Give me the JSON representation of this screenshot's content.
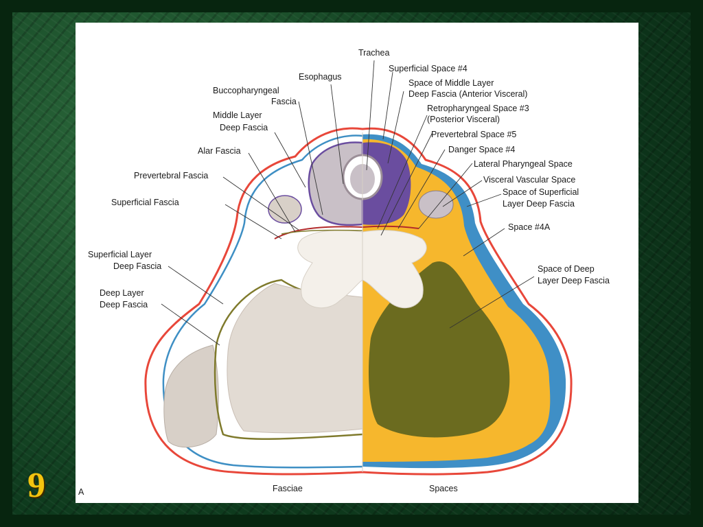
{
  "slide": {
    "number": "9"
  },
  "figure": {
    "panel_letter": "A",
    "left_half_caption": "Fasciae",
    "right_half_caption": "Spaces",
    "labels": {
      "trachea": "Trachea",
      "esophagus": "Esophagus",
      "superficial_space_4": "Superficial Space #4",
      "space_middle_layer_1": "Space of Middle Layer",
      "space_middle_layer_2": "Deep Fascia (Anterior Visceral)",
      "buccopharyngeal_1": "Buccopharyngeal",
      "buccopharyngeal_2": "Fascia",
      "retropharyngeal_1": "Retropharyngeal Space #3",
      "retropharyngeal_2": "(Posterior Visceral)",
      "middle_layer_1": "Middle Layer",
      "middle_layer_2": "Deep Fascia",
      "prevertebral_space_5": "Prevertebral Space #5",
      "danger_space_4": "Danger Space #4",
      "alar_fascia": "Alar Fascia",
      "lateral_pharyngeal": "Lateral Pharyngeal Space",
      "prevertebral_fascia": "Prevertebral Fascia",
      "visceral_vascular": "Visceral Vascular Space",
      "space_superficial_1": "Space of Superficial",
      "space_superficial_2": "Layer Deep Fascia",
      "superficial_fascia": "Superficial Fascia",
      "space_4a": "Space #4A",
      "superficial_layer_1": "Superficial Layer",
      "superficial_layer_2": "Deep Fascia",
      "space_deep_1": "Space of Deep",
      "space_deep_2": "Layer Deep Fascia",
      "deep_layer_1": "Deep Layer",
      "deep_layer_2": "Deep Fascia"
    }
  },
  "colors": {
    "superficial_fascia": "#e8473a",
    "superficial_layer": "#3e8fc4",
    "middle_layer": "#6a4d9f",
    "deep_layer": "#7f7a2c",
    "spaces_yellow": "#f6b72d",
    "spaces_olive": "#6b6b1f",
    "spaces_blue": "#3f8fc6",
    "muscle": "#d8d0c8"
  }
}
